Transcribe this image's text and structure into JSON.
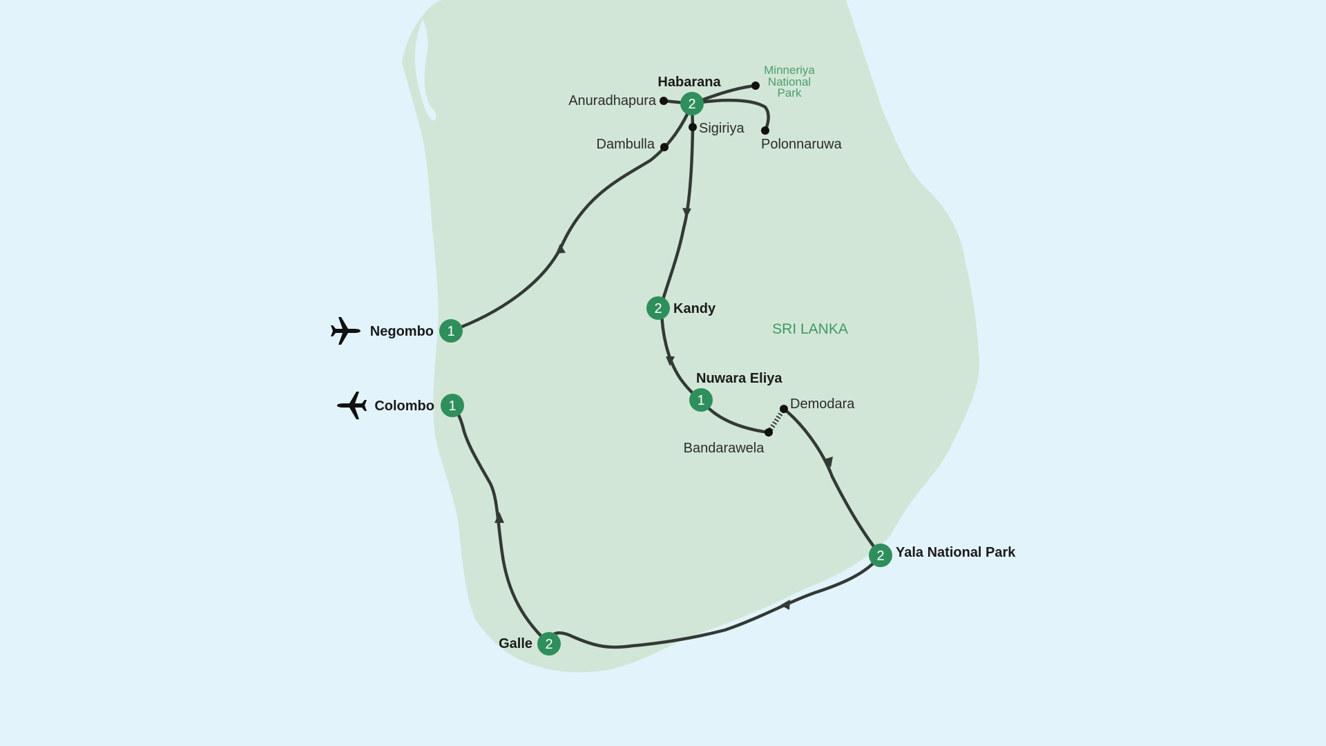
{
  "map": {
    "country_label": "SRI LANKA",
    "colors": {
      "sea": "#e3f3fc",
      "land": "#d2e6d7",
      "route": "#333a36",
      "stop_marker": "#2f8f5c",
      "stop_number": "#ffffff",
      "park_label": "#4a9e6d"
    },
    "overnight_stops": [
      {
        "name": "Negombo",
        "nights": "1",
        "icon": "airplane-icon"
      },
      {
        "name": "Colombo",
        "nights": "1",
        "icon": "airplane-icon"
      },
      {
        "name": "Habarana",
        "nights": "2"
      },
      {
        "name": "Kandy",
        "nights": "2"
      },
      {
        "name": "Nuwara Eliya",
        "nights": "1"
      },
      {
        "name": "Yala National Park",
        "nights": "2"
      },
      {
        "name": "Galle",
        "nights": "2"
      }
    ],
    "places": [
      "Anuradhapura",
      "Sigiriya",
      "Dambulla",
      "Polonnaruwa",
      "Demodara",
      "Bandarawela"
    ],
    "park_label": [
      "Minneriya",
      "National",
      "Park"
    ]
  }
}
